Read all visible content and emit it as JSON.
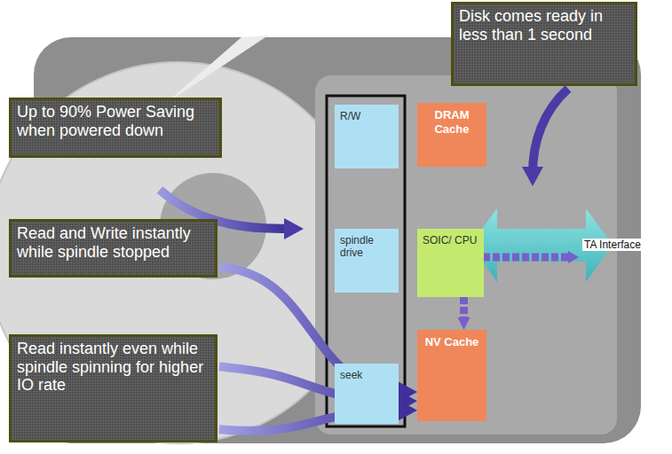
{
  "diagram": {
    "nodes": [
      {
        "text": [
          "Disk comes ready in less than 1 second"
        ]
      },
      {
        "text": [
          "Up to 90% Power Saving when powered down"
        ]
      },
      {
        "text": [
          "Read and Write instantly while spindle stopped"
        ]
      },
      {
        "text": [
          "Read instantly even while spindle spinning for higher IO rate"
        ]
      },
      {
        "text": [
          "R/W"
        ]
      },
      {
        "text": [
          "spindle drive"
        ]
      },
      {
        "text": [
          "seek"
        ]
      },
      {
        "text": [
          "DRAM Cache"
        ]
      },
      {
        "text": [
          "SOIC/ CPU"
        ]
      },
      {
        "text": [
          "NV Cache"
        ]
      }
    ],
    "edges": [
      {
        "from": 2,
        "to": 9,
        "arrow": "to"
      },
      {
        "from": 3,
        "to": 9,
        "arrow": "to"
      },
      {
        "from": 3,
        "to": 9,
        "arrow": "to"
      },
      {
        "from": 8,
        "to": 9,
        "arrow": "to"
      }
    ],
    "labels": [
      "TA Interface"
    ]
  }
}
